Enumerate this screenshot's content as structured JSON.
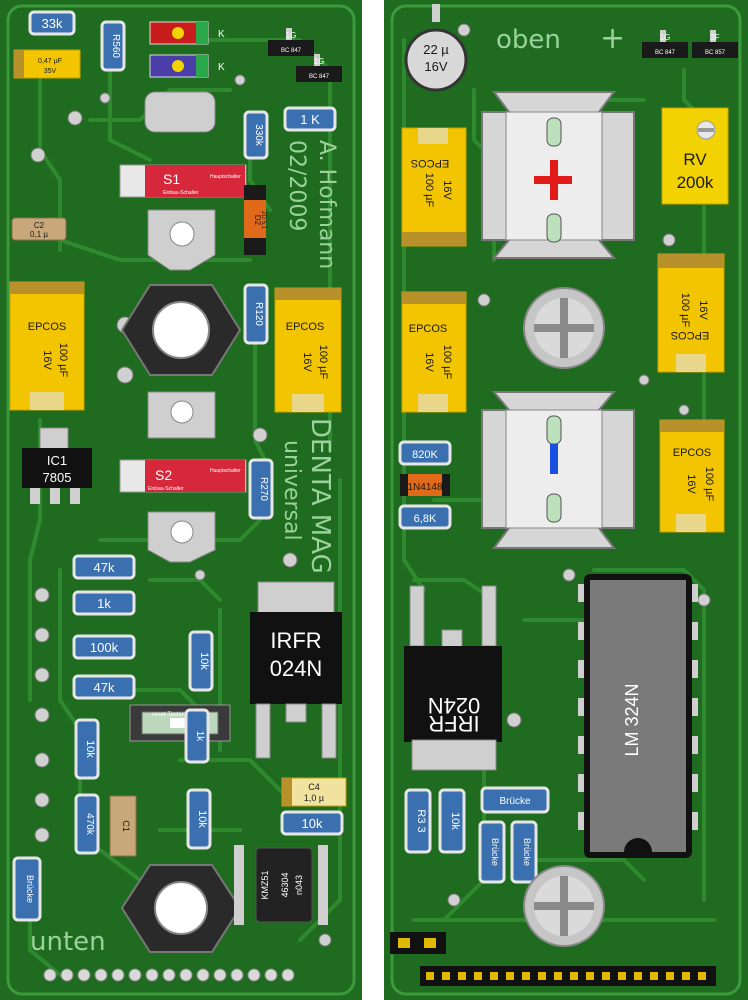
{
  "colors": {
    "pcb": "#1f6b1f",
    "trace": "#2f8a2f",
    "pad": "#c8c8c8",
    "resistor_body": "#3a6fb0",
    "tantalum": "#f2c500",
    "ic_body": "#111111"
  },
  "left": {
    "silk": {
      "author": "A. Hofmann",
      "date": "02/2009",
      "brand": "DENTA MAG",
      "variant": "universal",
      "side": "unten"
    },
    "components": {
      "r_33k": "33k",
      "r_560": "R560",
      "cap_top": "0,47 µF",
      "cap_top_v": "35V",
      "led_k1": "K",
      "led_k2": "K",
      "t1": "1G",
      "t1_type": "BC 847",
      "t2": "1G",
      "t2_type": "BC 847",
      "r_330k": "330k",
      "r_1k_top": "1 K",
      "s1": "S1",
      "s1_sub": "Einbau-Schalter",
      "s1_tag": "Hauptschalter",
      "d2": "D2",
      "d2_val": "ZD 5,1",
      "c2": "C2",
      "c2_val": "0,1 µ",
      "epcos1": "EPCOS",
      "cap1_val": "100 µF",
      "cap1_v": "16V",
      "r_120": "R120",
      "epcos2": "EPCOS",
      "cap2_val": "100 µF",
      "cap2_v": "16V",
      "ic1": "IC1",
      "ic1_type": "7805",
      "s2": "S2",
      "s2_sub": "Einbau-Schalter",
      "s2_tag": "Hauptschalter",
      "r_270": "R270",
      "r_47k_a": "47k",
      "r_1k": "1k",
      "r_100k": "100k",
      "r_47k_b": "47k",
      "r_10k_a": "10k",
      "mosfet": "IRFR",
      "mosfet2": "024N",
      "reset": "reset-Taster",
      "r_10k_b": "10k",
      "r_1k_c": "1k",
      "r_470k": "470k",
      "c1": "C1",
      "r_10k_c": "10k",
      "c4": "C4",
      "c4_val": "1,0 µ",
      "r_10k_d": "10k",
      "bruecke": "Brücke",
      "chip": "KMZ51",
      "chip_code1": "46304",
      "chip_code2": "n043"
    }
  },
  "right": {
    "silk": {
      "side": "oben",
      "plus": "+"
    },
    "components": {
      "cap_top_val": "22 µ",
      "cap_top_v": "16V",
      "t1": "1G",
      "t1_type": "BC 847",
      "t2": "3F",
      "t2_type": "BC 857",
      "epcos1": "EPCOS",
      "cap1_val": "100 µF",
      "cap1_v": "16V",
      "rv": "RV",
      "rv_val": "200k",
      "epcos2": "EPCOS",
      "cap2_val": "100 µF",
      "cap2_v": "16V",
      "epcos3": "EPCOS",
      "cap3_val": "100 µF",
      "cap3_v": "16V",
      "epcos4": "EPCOS",
      "cap4_val": "100 µF",
      "cap4_v": "16V",
      "r_820k": "820K",
      "diode": "1N4148",
      "r_68k": "6,8K",
      "mosfet": "IRFR",
      "mosfet2": "024N",
      "opamp": "LM 324N",
      "r_33": "R3 3",
      "r_10k": "10k",
      "bruecke1": "Brücke",
      "bruecke2": "Brücke",
      "bruecke3": "Brücke"
    }
  }
}
